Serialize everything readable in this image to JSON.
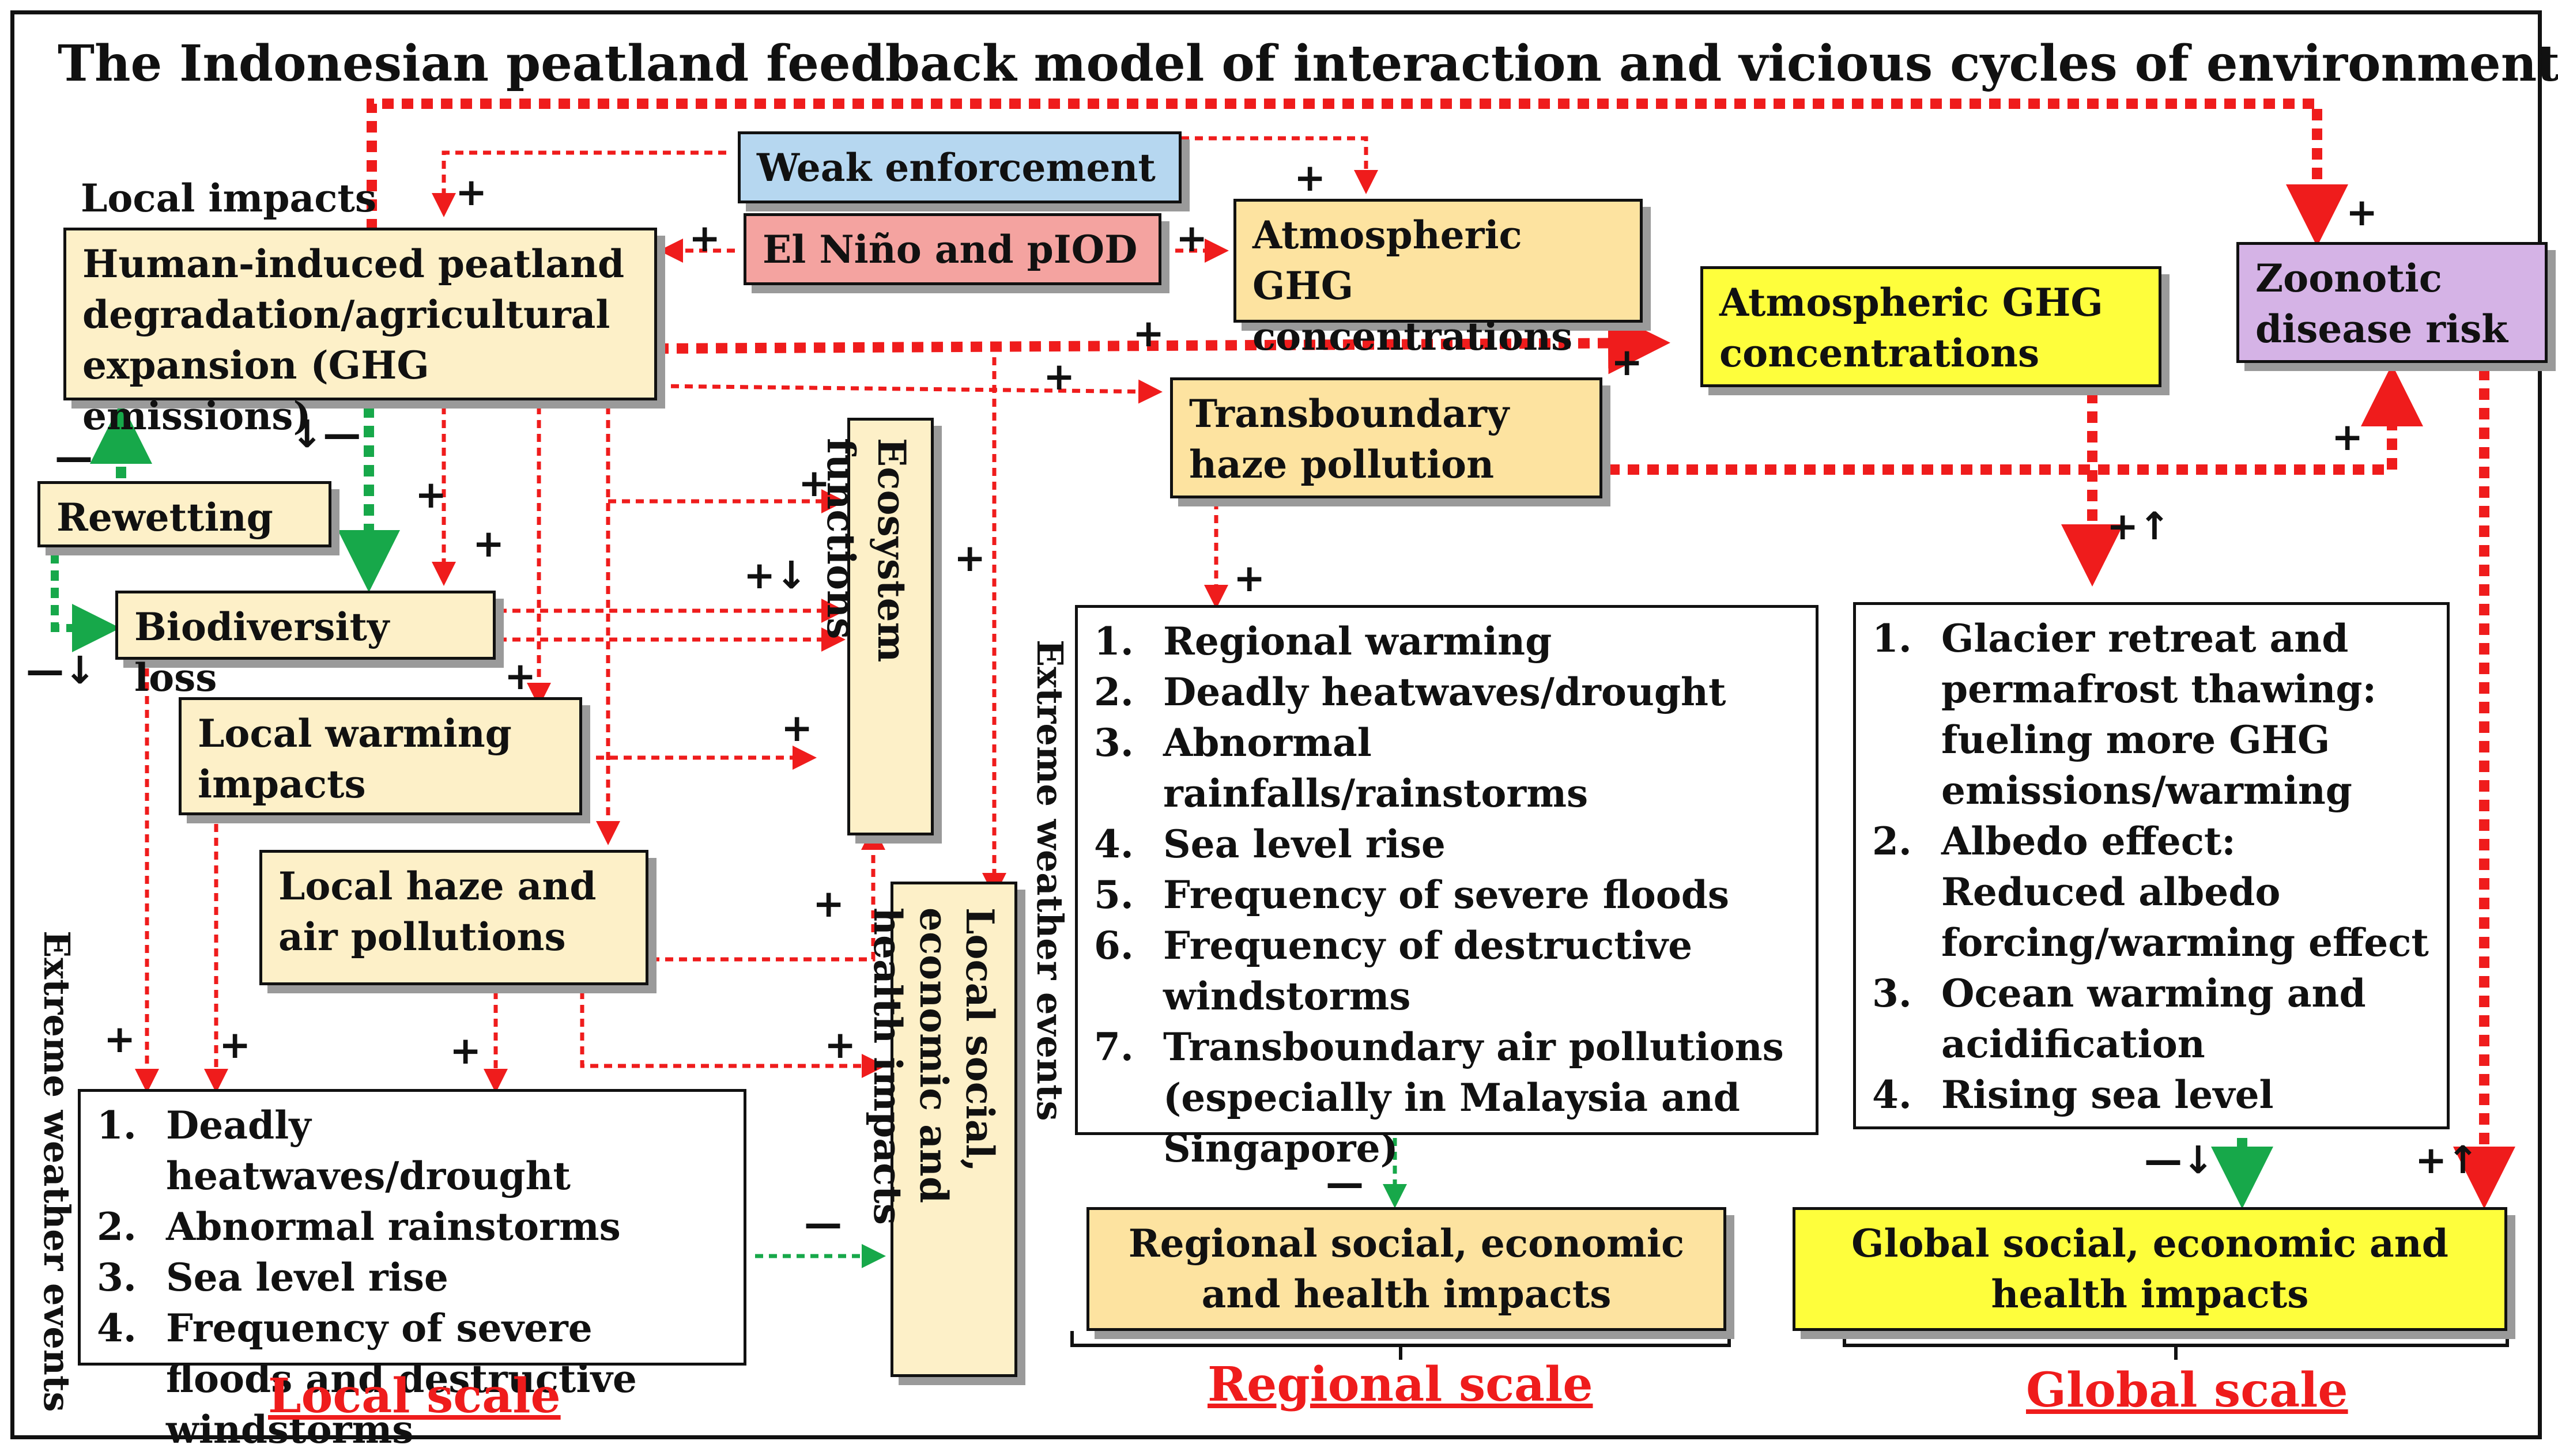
{
  "title": "The Indonesian peatland feedback model of interaction and vicious cycles of environmental changes",
  "labels": {
    "local_impacts": "Local impacts",
    "extreme_weather_left": "Extreme weather events",
    "extreme_weather_mid": "Extreme weather events"
  },
  "boxes": {
    "weak_enforcement": "Weak enforcement",
    "el_nino": "El Niño and  pIOD",
    "human_induced": "Human-induced peatland degradation/agricultural expansion (GHG emissions)",
    "atmos_local": "Atmospheric GHG concentrations",
    "atmos_global": "Atmospheric GHG concentrations",
    "zoonotic": "Zoonotic disease risk",
    "transboundary": "Transboundary haze pollution",
    "rewetting": "Rewetting",
    "biodiversity": "Biodiversity loss",
    "local_warming": "Local warming impacts",
    "local_haze": "Local haze and air pollutions",
    "ecosystem": "Ecosystem functions",
    "local_social": "Local social, economic and health impacts",
    "regional_social": "Regional social, economic and health impacts",
    "global_social": "Global social, economic and health impacts"
  },
  "local_list": [
    {
      "n": "1.",
      "t": "Deadly heatwaves/drought"
    },
    {
      "n": "2.",
      "t": "Abnormal rainstorms"
    },
    {
      "n": "3.",
      "t": "Sea level rise"
    },
    {
      "n": "4.",
      "t": "Frequency of severe floods and destructive windstorms"
    }
  ],
  "regional_list": [
    {
      "n": "1.",
      "t": "Regional warming"
    },
    {
      "n": "2.",
      "t": "Deadly heatwaves/drought"
    },
    {
      "n": "3.",
      "t": "Abnormal rainfalls/rainstorms"
    },
    {
      "n": "4.",
      "t": "Sea level rise"
    },
    {
      "n": "5.",
      "t": "Frequency of severe floods"
    },
    {
      "n": "6.",
      "t": "Frequency of destructive windstorms"
    },
    {
      "n": "7.",
      "t": "Transboundary air pollutions (especially in Malaysia and Singapore)"
    }
  ],
  "global_list": [
    {
      "n": "1.",
      "t": "Glacier retreat and permafrost thawing: fueling more GHG emissions/warming"
    },
    {
      "n": "2.",
      "t": "Albedo effect: Reduced albedo forcing/warming effect"
    },
    {
      "n": "3.",
      "t": "Ocean warming and acidification"
    },
    {
      "n": "4.",
      "t": "Rising sea level"
    }
  ],
  "scales": {
    "local": "Local scale",
    "regional": "Regional scale",
    "global": "Global scale"
  },
  "signs": {
    "plus": "+",
    "minus": "—",
    "plus_up": "+↑",
    "plus_down": "+↓",
    "minus_down": "—↓",
    "down_minus": "↓—"
  },
  "colors": {
    "positive_arrow": "#ef1c1c",
    "negative_arrow": "#17a84a",
    "scale_label": "#ef1c1c"
  }
}
